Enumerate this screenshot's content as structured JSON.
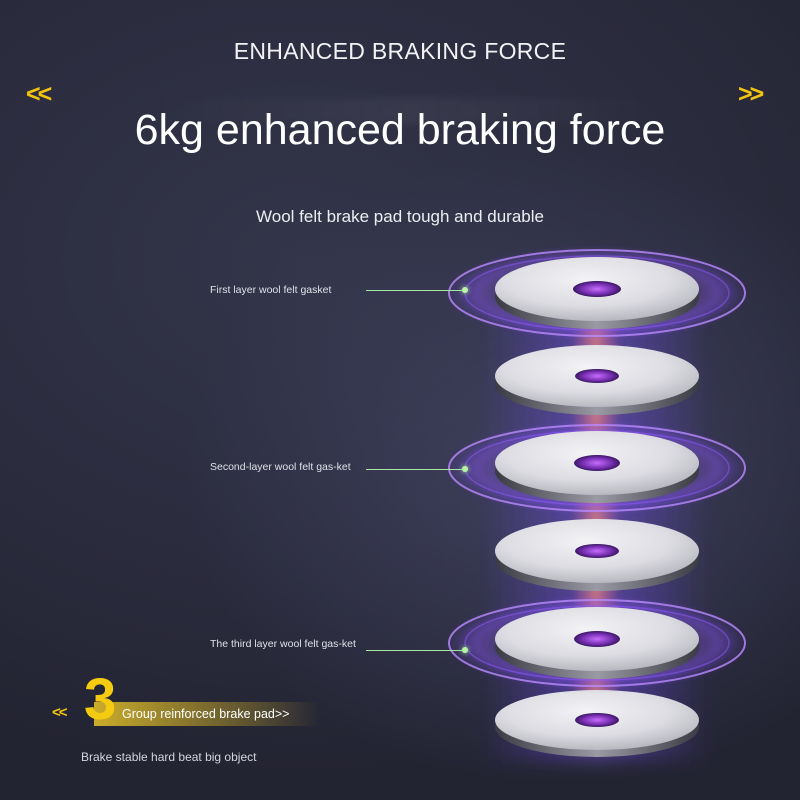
{
  "header": {
    "title": "ENHANCED BRAKING FORCE",
    "left_arrow": "<<",
    "right_arrow": ">>"
  },
  "hero": {
    "title": "6kg enhanced braking force",
    "subtitle": "Wool felt brake pad tough and durable"
  },
  "layers": [
    {
      "label": "First layer wool felt gasket"
    },
    {
      "label": "Second-layer wool felt gas-ket"
    },
    {
      "label": "The third layer wool felt gas-ket"
    }
  ],
  "badge": {
    "arrow": "<<",
    "number": "3",
    "label": "Group reinforced brake pad>>"
  },
  "footer": {
    "note": "Brake stable hard beat big object"
  },
  "colors": {
    "accent_yellow": "#f1c40f",
    "connector_green": "#a9e6a4",
    "glow_purple": "#9b59ff",
    "background": "#2a2b3b"
  }
}
